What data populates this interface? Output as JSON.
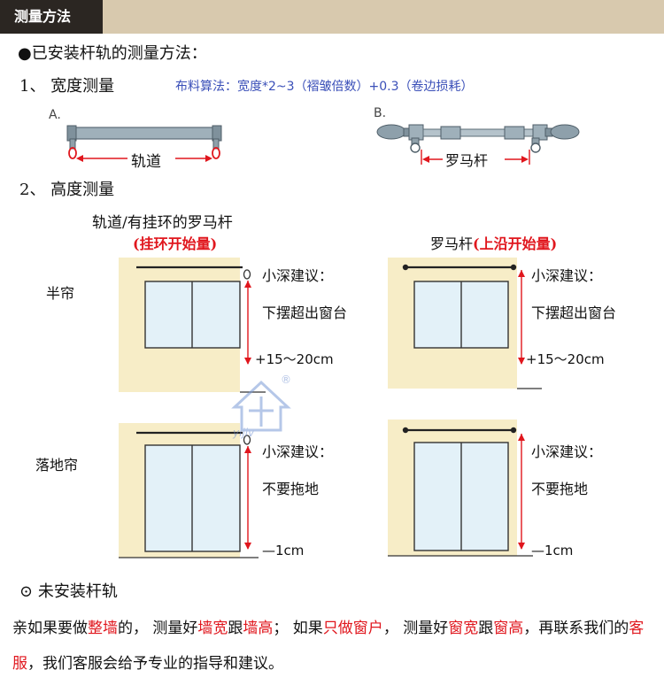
{
  "header": {
    "title": "测量方法"
  },
  "installed": {
    "bullet": "●",
    "heading": "已安装杆轨的测量方法：",
    "width": {
      "label": "1、 宽度测量",
      "formula": "布料算法：宽度*2~3（褶皱倍数）+0.3（卷边损耗）",
      "track_marker": "A.",
      "track_label": "轨道",
      "rod_marker": "B.",
      "rod_label": "罗马杆"
    },
    "height": {
      "label": "2、 高度测量",
      "col_left_title": "轨道/有挂环的罗马杆",
      "col_left_sub": "(挂环开始量)",
      "col_right_title": "罗马杆",
      "col_right_sub": "(上沿开始量)",
      "row_half": "半帘",
      "row_floor": "落地帘",
      "advice_head": "小深建议：",
      "advice_half": "下摆超出窗台",
      "advice_floor": "不要拖地",
      "measure_half": "+15～20cm",
      "measure_floor": "—1cm"
    }
  },
  "not_installed": {
    "bullet": "⊙",
    "heading": "未安装杆轨",
    "para": [
      {
        "t": "亲如果要做",
        "c": "black"
      },
      {
        "t": "整墙",
        "c": "red"
      },
      {
        "t": "的， 测量好",
        "c": "black"
      },
      {
        "t": "墙宽",
        "c": "red"
      },
      {
        "t": "跟",
        "c": "black"
      },
      {
        "t": "墙高",
        "c": "red"
      },
      {
        "t": "； 如果",
        "c": "black"
      },
      {
        "t": "只做窗户",
        "c": "red"
      },
      {
        "t": "， 测量好",
        "c": "black"
      },
      {
        "t": "窗宽",
        "c": "red"
      },
      {
        "t": "跟",
        "c": "black"
      },
      {
        "t": "窗高",
        "c": "red"
      },
      {
        "t": "，再联系我们的",
        "c": "black"
      },
      {
        "t": "客服",
        "c": "red"
      },
      {
        "t": "，我们客服会给予专业的指导和建议。",
        "c": "black"
      }
    ]
  },
  "watermark": {
    "text": "yijiv",
    "mark": "®"
  },
  "colors": {
    "accent": "#e0161d",
    "formula": "#3a4fb8",
    "wall": "#f7edc7",
    "glass": "#e3f1f8"
  }
}
